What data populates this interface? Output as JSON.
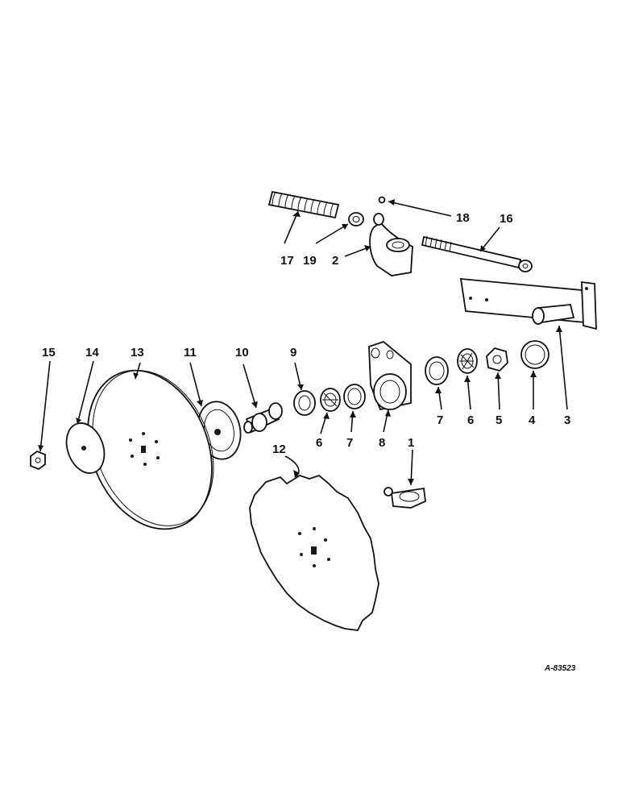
{
  "callouts": {
    "p1": "1",
    "p2": "2",
    "p3": "3",
    "p4": "4",
    "p5": "5",
    "p6a": "6",
    "p6b": "6",
    "p7a": "7",
    "p7b": "7",
    "p8": "8",
    "p9": "9",
    "p10": "10",
    "p11": "11",
    "p12": "12",
    "p13": "13",
    "p14": "14",
    "p15": "15",
    "p16": "16",
    "p17": "17",
    "p18": "18",
    "p19": "19"
  },
  "document_id": "A-83523"
}
